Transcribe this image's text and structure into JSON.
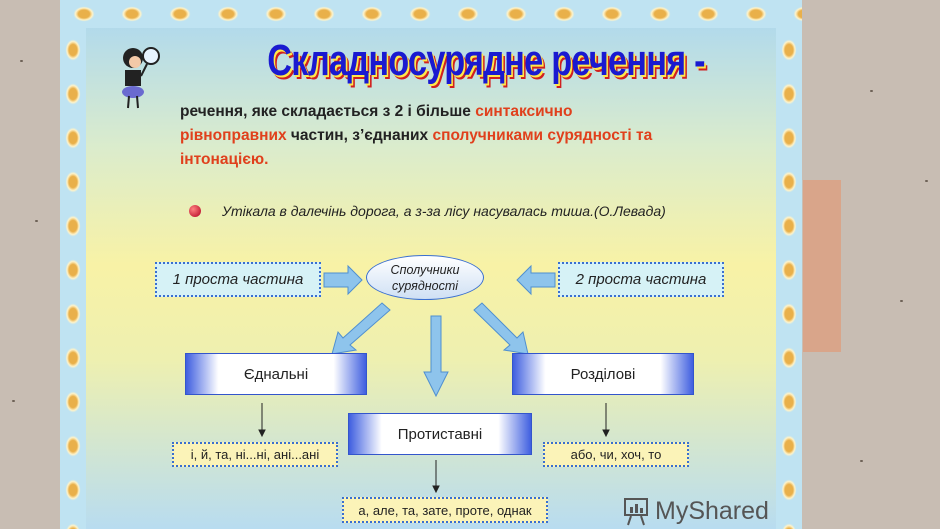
{
  "slide": {
    "title": "Складносурядне речення -",
    "definition": {
      "p1": "речення, яке складається з 2 і більше ",
      "p2": "синтаксично рівноправних",
      "p3": " частин, з’єднаних ",
      "p4": "сполучниками сурядності та інтонацією."
    },
    "example": "Утікала в далечінь дорога, а з-за лісу насувалась тиша.(О.Левада)",
    "diagram": {
      "part1": "1 проста частина",
      "part2": "2 проста частина",
      "center": {
        "line1": "Сполучники",
        "line2": "сурядності"
      },
      "categories": [
        {
          "name": "Єднальні",
          "conjunctions": "і, й, та, ні...ні, ані...ані"
        },
        {
          "name": "Протиставні",
          "conjunctions": "а, але, та, зате, проте, однак"
        },
        {
          "name": "Розділові",
          "conjunctions": "або, чи, хоч, то"
        }
      ]
    }
  },
  "watermark": "MyShared",
  "colors": {
    "title": "#1a1ad0",
    "accent": "#e0401c",
    "border": "#3a6fd0"
  }
}
